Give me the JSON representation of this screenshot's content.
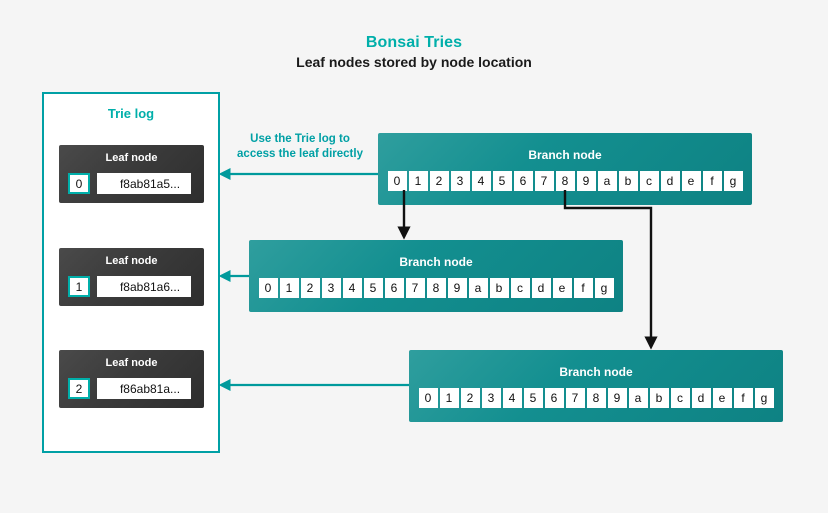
{
  "header": {
    "title": "Bonsai Tries",
    "subtitle": "Leaf nodes stored by node location"
  },
  "colors": {
    "background": "#f5f5f5",
    "accent_teal": "#00afaa",
    "border_teal": "#00a0a5",
    "branch_teal": "#138f90",
    "leaf_dark": "#3b3b3b",
    "arrow_black": "#111111",
    "cell_white": "#ffffff"
  },
  "trie_log": {
    "title": "Trie log",
    "leaf_nodes": [
      {
        "label": "Leaf node",
        "index": "0",
        "hash": "f8ab81a5..."
      },
      {
        "label": "Leaf node",
        "index": "1",
        "hash": "f8ab81a6..."
      },
      {
        "label": "Leaf node",
        "index": "2",
        "hash": "f86ab81a..."
      }
    ]
  },
  "annotation": {
    "line1": "Use the Trie log to",
    "line2": "access the leaf directly"
  },
  "branch_nodes": [
    {
      "label": "Branch node",
      "cells": [
        "0",
        "1",
        "2",
        "3",
        "4",
        "5",
        "6",
        "7",
        "8",
        "9",
        "a",
        "b",
        "c",
        "d",
        "e",
        "f",
        "g"
      ]
    },
    {
      "label": "Branch node",
      "cells": [
        "0",
        "1",
        "2",
        "3",
        "4",
        "5",
        "6",
        "7",
        "8",
        "9",
        "a",
        "b",
        "c",
        "d",
        "e",
        "f",
        "g"
      ]
    },
    {
      "label": "Branch node",
      "cells": [
        "0",
        "1",
        "2",
        "3",
        "4",
        "5",
        "6",
        "7",
        "8",
        "9",
        "a",
        "b",
        "c",
        "d",
        "e",
        "f",
        "g"
      ]
    }
  ],
  "connectors": {
    "branch_to_branch": [
      {
        "from_cell": "0",
        "to_branch": 2,
        "style": "straight-down"
      },
      {
        "from_cell": "8",
        "to_branch": 3,
        "style": "elbow-right-down"
      }
    ],
    "branch_to_leaf": [
      {
        "from_branch": 1,
        "to_leaf_index": "0"
      },
      {
        "from_branch": 2,
        "to_leaf_index": "1"
      },
      {
        "from_branch": 3,
        "to_leaf_index": "2"
      }
    ]
  }
}
